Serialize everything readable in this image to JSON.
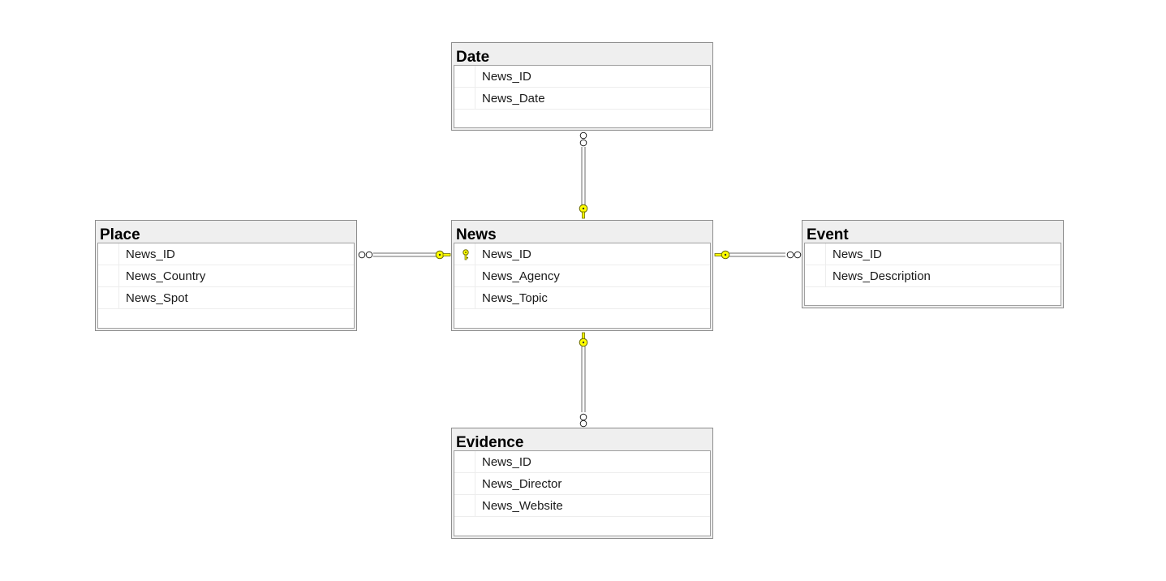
{
  "tables": [
    {
      "id": "date",
      "title": "Date",
      "fields": [
        {
          "name": "News_ID",
          "is_key": false
        },
        {
          "name": "News_Date",
          "is_key": false
        }
      ]
    },
    {
      "id": "place",
      "title": "Place",
      "fields": [
        {
          "name": "News_ID",
          "is_key": false
        },
        {
          "name": "News_Country",
          "is_key": false
        },
        {
          "name": "News_Spot",
          "is_key": false
        }
      ]
    },
    {
      "id": "news",
      "title": "News",
      "fields": [
        {
          "name": "News_ID",
          "is_key": true
        },
        {
          "name": "News_Agency",
          "is_key": false
        },
        {
          "name": "News_Topic",
          "is_key": false
        }
      ]
    },
    {
      "id": "event",
      "title": "Event",
      "fields": [
        {
          "name": "News_ID",
          "is_key": false
        },
        {
          "name": "News_Description",
          "is_key": false
        }
      ]
    },
    {
      "id": "evidence",
      "title": "Evidence",
      "fields": [
        {
          "name": "News_ID",
          "is_key": false
        },
        {
          "name": "News_Director",
          "is_key": false
        },
        {
          "name": "News_Website",
          "is_key": false
        }
      ]
    }
  ],
  "relationships": [
    {
      "from": "date",
      "to": "news",
      "from_end": "many",
      "to_end": "one-key"
    },
    {
      "from": "place",
      "to": "news",
      "from_end": "many",
      "to_end": "one-key"
    },
    {
      "from": "event",
      "to": "news",
      "from_end": "many",
      "to_end": "one-key"
    },
    {
      "from": "evidence",
      "to": "news",
      "from_end": "many",
      "to_end": "one-key"
    }
  ],
  "colors": {
    "key_marker": "#ffff00",
    "key_outline": "#6b6b00",
    "connector": "#6e6e6e",
    "table_border": "#8c8c8c",
    "table_header": "#efefef"
  },
  "icons": {
    "primary_key": "key-icon",
    "many_end": "infinity-icon",
    "one_end": "key-icon"
  }
}
